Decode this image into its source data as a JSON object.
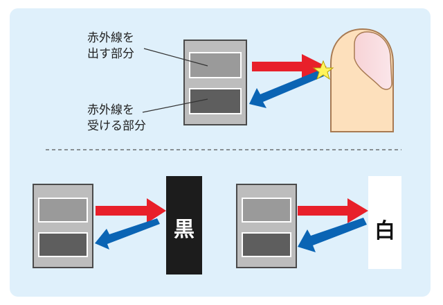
{
  "top": {
    "emitter_label": [
      "赤外線を",
      "出す部分"
    ],
    "receiver_label": [
      "赤外線を",
      "受ける部分"
    ]
  },
  "bottom": {
    "black_label": "黒",
    "white_label": "白"
  },
  "colors": {
    "panel_bg": "#dff0fb",
    "red_arrow": "#e8202a",
    "blue_arrow": "#0a64b4",
    "finger_skin": "#fde0bc",
    "black_object": "#1c1c1c",
    "white_object": "#ffffff"
  }
}
